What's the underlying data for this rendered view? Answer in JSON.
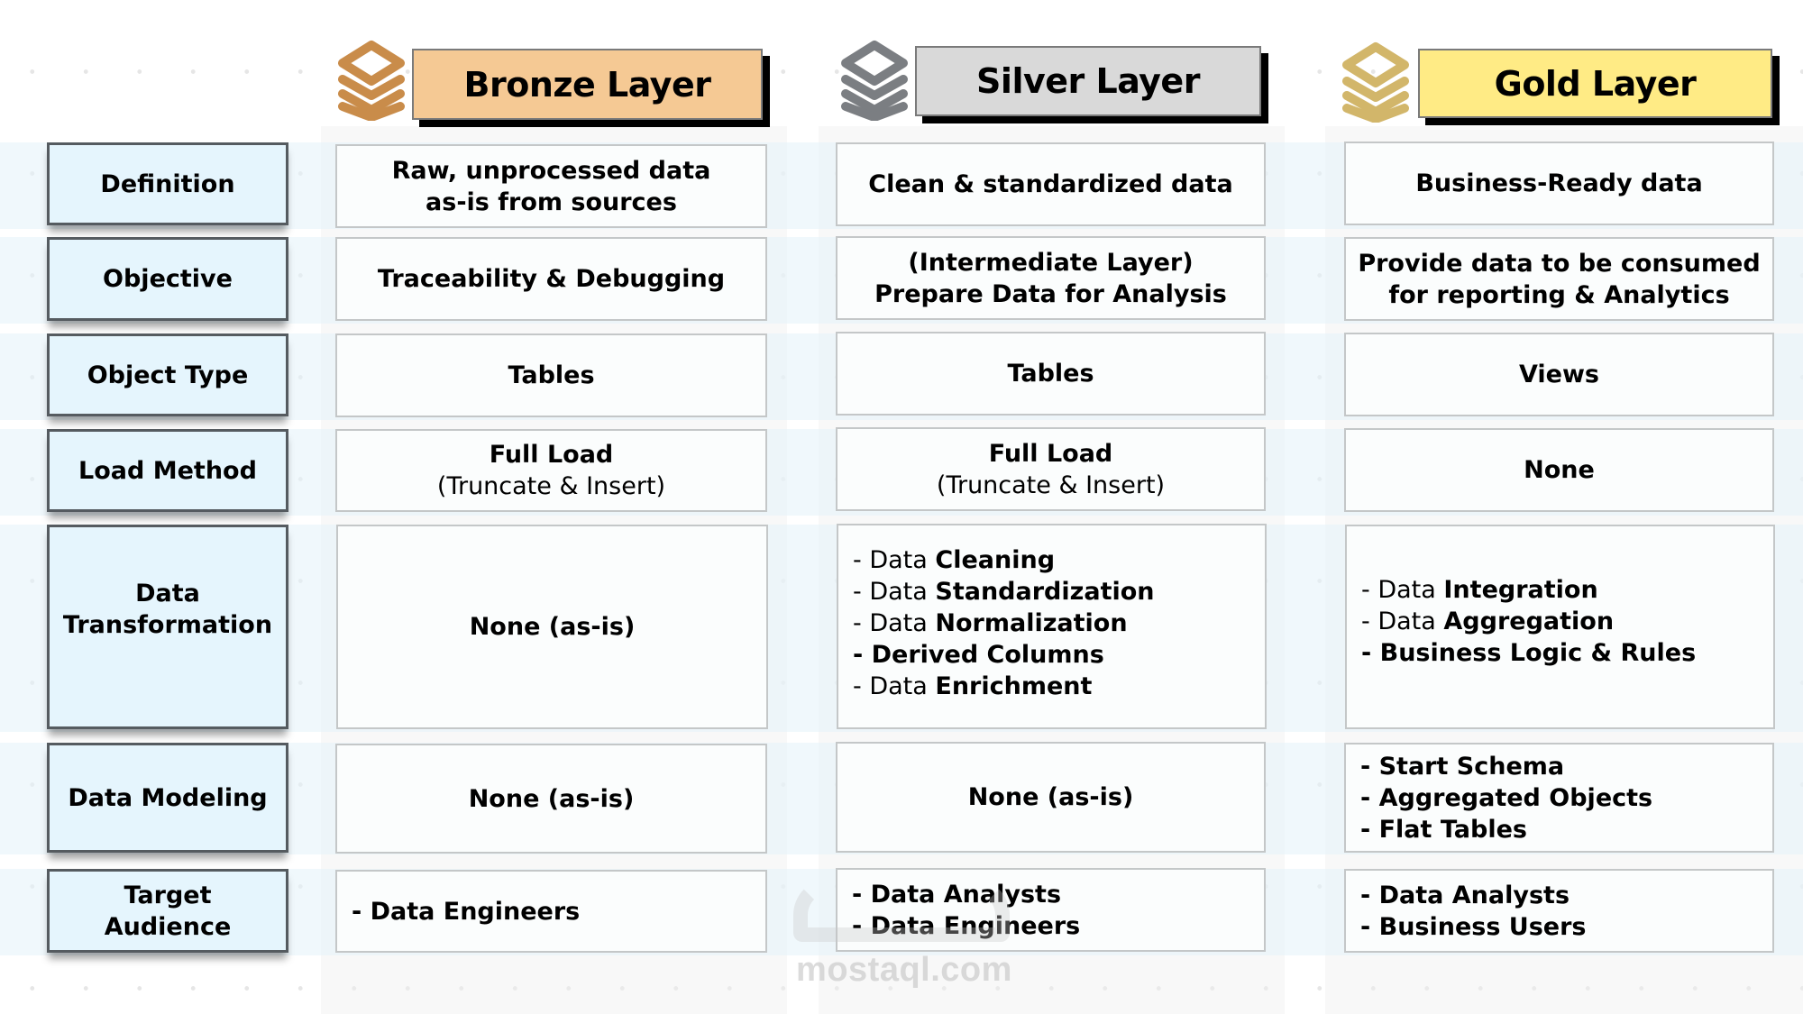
{
  "layers": [
    {
      "key": "bronze",
      "title": "Bronze Layer",
      "icon": "layers-stack-icon",
      "header_color": "#f5c994",
      "icon_color": "#c98c4a"
    },
    {
      "key": "silver",
      "title": "Silver Layer",
      "icon": "layers-stack-icon",
      "header_color": "#d9d9d9",
      "icon_color": "#7b7e82"
    },
    {
      "key": "gold",
      "title": "Gold Layer",
      "icon": "layers-stack-icon",
      "header_color": "#ffeb85",
      "icon_color": "#d2b66a"
    }
  ],
  "rows": [
    {
      "label": "Definition",
      "bronze": {
        "lines": [
          "Raw, unprocessed data",
          "as-is from sources"
        ]
      },
      "silver": {
        "lines": [
          "Clean & standardized data"
        ]
      },
      "gold": {
        "lines": [
          "Business-Ready data"
        ]
      }
    },
    {
      "label": "Objective",
      "bronze": {
        "lines": [
          "Traceability & Debugging"
        ]
      },
      "silver": {
        "lines": [
          "(Intermediate Layer)",
          "Prepare Data for Analysis"
        ]
      },
      "gold": {
        "lines": [
          "Provide data to be consumed",
          "for reporting & Analytics"
        ]
      }
    },
    {
      "label": "Object Type",
      "bronze": {
        "lines": [
          "Tables"
        ]
      },
      "silver": {
        "lines": [
          "Tables"
        ]
      },
      "gold": {
        "lines": [
          "Views"
        ]
      }
    },
    {
      "label": "Load Method",
      "bronze": {
        "title": "Full Load",
        "subtitle": "(Truncate & Insert)"
      },
      "silver": {
        "title": "Full Load",
        "subtitle": "(Truncate & Insert)"
      },
      "gold": {
        "lines": [
          "None"
        ]
      }
    },
    {
      "label": "Data Transformation",
      "label_lines": [
        "Data",
        "Transformation"
      ],
      "bronze": {
        "lines": [
          "None (as-is)"
        ]
      },
      "silver": {
        "items": [
          {
            "prefix": "- Data ",
            "bold": "Cleaning"
          },
          {
            "prefix": "- Data ",
            "bold": "Standardization"
          },
          {
            "prefix": "- Data ",
            "bold": "Normalization"
          },
          {
            "prefix": "- ",
            "bold": "Derived Columns"
          },
          {
            "prefix": "- Data ",
            "bold": "Enrichment"
          }
        ]
      },
      "gold": {
        "items": [
          {
            "prefix": "- Data ",
            "bold": "Integration"
          },
          {
            "prefix": "- Data ",
            "bold": "Aggregation"
          },
          {
            "prefix": "- ",
            "bold": "Business Logic & Rules"
          }
        ]
      }
    },
    {
      "label": "Data Modeling",
      "bronze": {
        "lines": [
          "None (as-is)"
        ]
      },
      "silver": {
        "lines": [
          "None (as-is)"
        ]
      },
      "gold": {
        "items": [
          {
            "prefix": "- ",
            "bold": "Start Schema"
          },
          {
            "prefix": "- ",
            "bold": "Aggregated Objects"
          },
          {
            "prefix": "- ",
            "bold": "Flat Tables"
          }
        ]
      }
    },
    {
      "label": "Target Audience",
      "bronze": {
        "items": [
          {
            "prefix": "- ",
            "bold": "Data Engineers"
          }
        ]
      },
      "silver": {
        "items": [
          {
            "prefix": "- ",
            "bold": "Data Analysts"
          },
          {
            "prefix": "- ",
            "bold": "Data Engineers"
          }
        ]
      },
      "gold": {
        "items": [
          {
            "prefix": "- ",
            "bold": "Data Analysts"
          },
          {
            "prefix": "- ",
            "bold": "Business Users"
          }
        ]
      }
    }
  ],
  "watermark": {
    "text": "mostaql.com"
  }
}
